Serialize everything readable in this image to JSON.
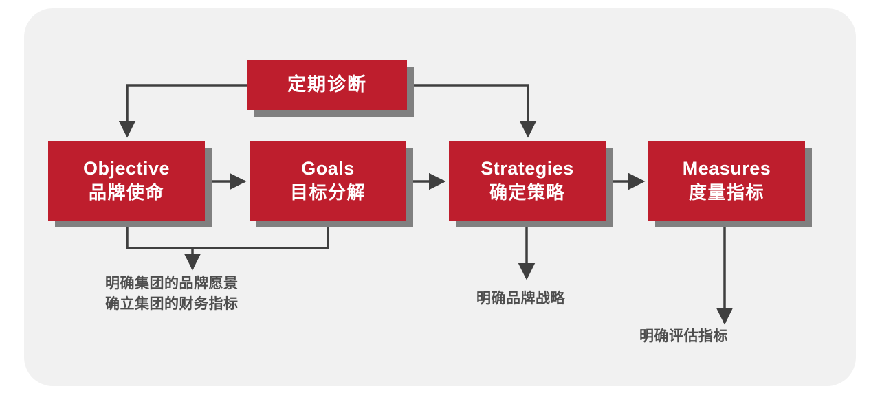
{
  "diagram": {
    "type": "flow-diagram",
    "title_visible": false,
    "colors": {
      "node_fill": "#be1e2d",
      "node_shadow": "#808080",
      "panel_background": "#f1f1f1",
      "page_background": "#ffffff",
      "connector": "#3f3f3f",
      "caption_text": "#4d4d4d",
      "node_text": "#ffffff"
    },
    "nodes": [
      {
        "id": "diagnose",
        "en": "",
        "zh": "定期诊断"
      },
      {
        "id": "objective",
        "en": "Objective",
        "zh": "品牌使命"
      },
      {
        "id": "goals",
        "en": "Goals",
        "zh": "目标分解"
      },
      {
        "id": "strategies",
        "en": "Strategies",
        "zh": "确定策略"
      },
      {
        "id": "measures",
        "en": "Measures",
        "zh": "度量指标"
      }
    ],
    "captions": [
      {
        "id": "objective-caption",
        "line1": "明确集团的品牌愿景",
        "line2": "确立集团的财务指标"
      },
      {
        "id": "strategies-caption",
        "line1": "明确品牌战略",
        "line2": ""
      },
      {
        "id": "measures-caption",
        "line1": "明确评估指标",
        "line2": ""
      }
    ],
    "connectors": [
      {
        "from": "diagnose",
        "to": "objective",
        "style": "elbow-left-down"
      },
      {
        "from": "diagnose",
        "to": "strategies",
        "style": "elbow-right-down"
      },
      {
        "from": "objective",
        "to": "goals",
        "style": "straight-right"
      },
      {
        "from": "goals",
        "to": "strategies",
        "style": "straight-right"
      },
      {
        "from": "strategies",
        "to": "measures",
        "style": "straight-right"
      },
      {
        "from": "objective+goals",
        "to": "objective-caption",
        "style": "merge-down"
      },
      {
        "from": "strategies",
        "to": "strategies-caption",
        "style": "straight-down"
      },
      {
        "from": "measures",
        "to": "measures-caption",
        "style": "straight-down"
      }
    ]
  }
}
